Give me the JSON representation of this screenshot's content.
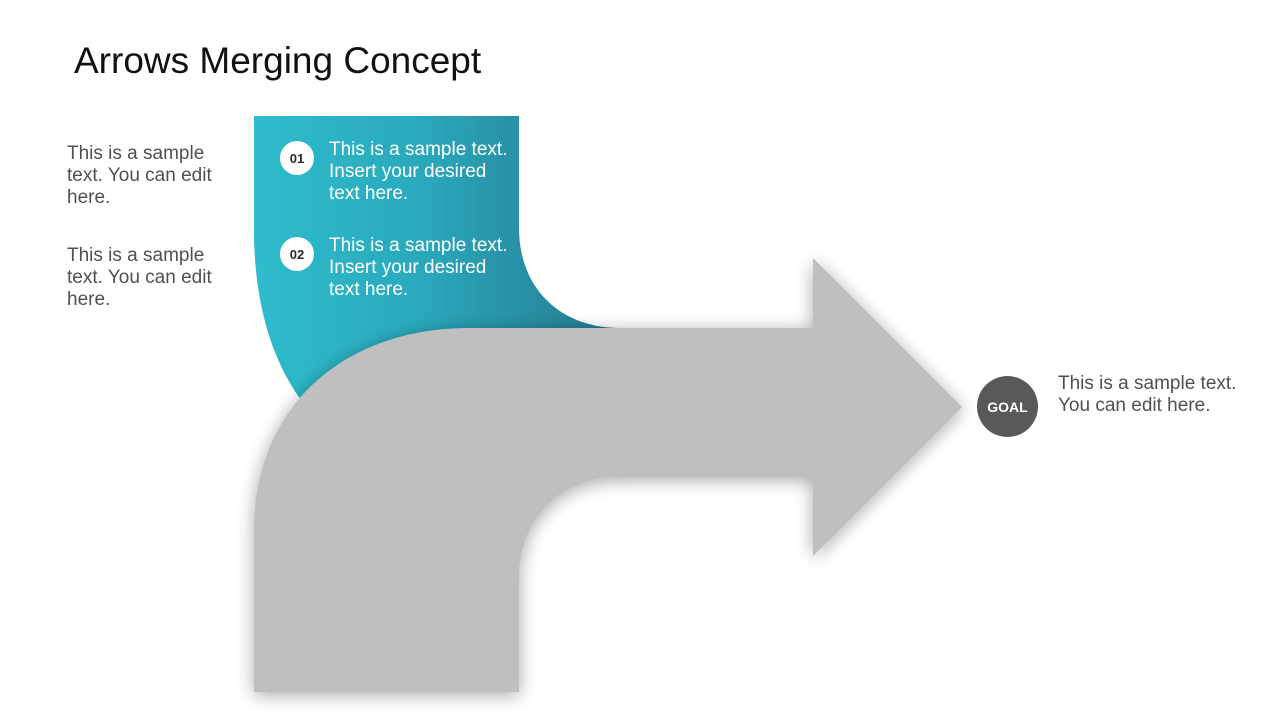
{
  "slide": {
    "title": "Arrows Merging Concept"
  },
  "left_notes": [
    "This is a sample text. You can edit here.",
    "This is a sample text. You can edit here."
  ],
  "steps": [
    {
      "number": "01",
      "text": "This is a sample text. Insert your desired text here."
    },
    {
      "number": "02",
      "text": "This is a sample text. Insert your desired text here."
    }
  ],
  "goal": {
    "label": "GOAL",
    "text": "This is a sample text. You can edit here."
  },
  "colors": {
    "teal_light": "#2ebccc",
    "teal_dark": "#27788e",
    "arrow_gray": "#bfbfbf",
    "goal_circle": "#595959"
  }
}
